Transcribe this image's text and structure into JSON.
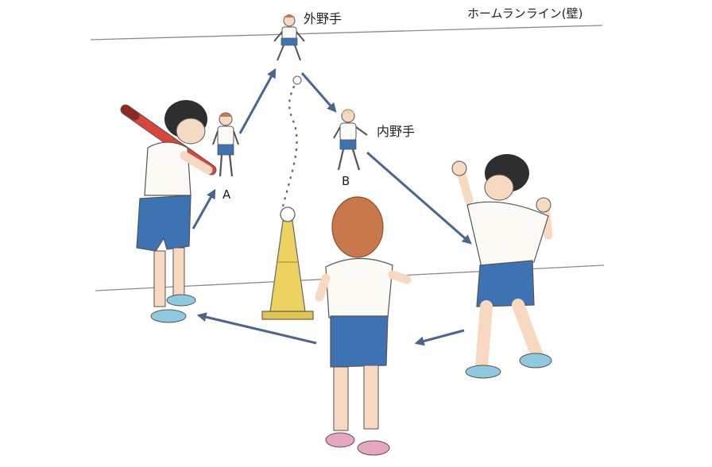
{
  "labels": {
    "homerun_line": "ホームランライン(壁)",
    "outfielder": "外野手",
    "infielder": "内野手",
    "player_a": "A",
    "player_b": "B"
  },
  "colors": {
    "arrow": "#4a6590",
    "shorts": "#3e73b3",
    "cone": "#ecd35f",
    "bat": "#d9453a",
    "skin": "#f6d9c0",
    "shirt": "#fbfaf5",
    "shoes_pink": "#e6a6c0",
    "shoes_blue": "#8fc9de"
  },
  "icons": {
    "ball": "baseball",
    "cone": "batting-tee-cone",
    "bat": "baseball-bat"
  }
}
